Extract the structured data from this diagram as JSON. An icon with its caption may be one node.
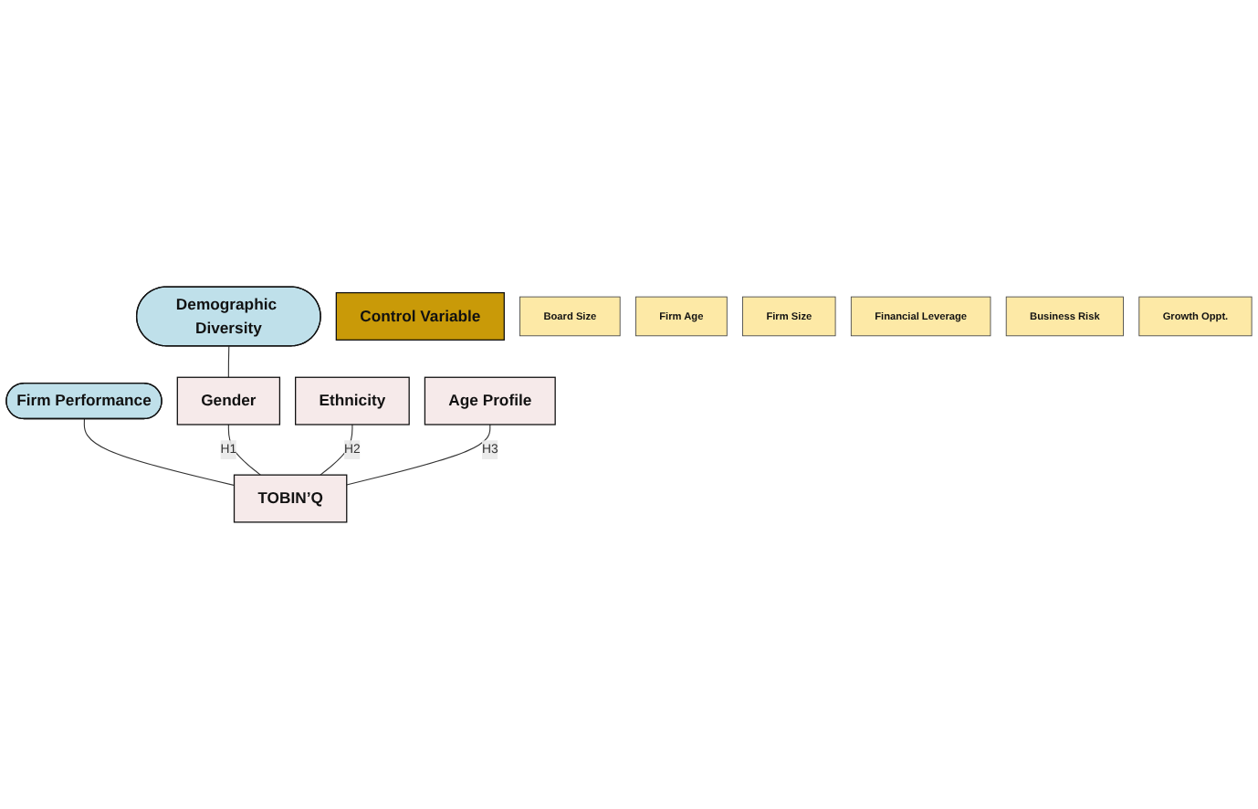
{
  "diagram": {
    "nodes": [
      {
        "text": [
          "Demographic Diversity"
        ]
      },
      {
        "text": [
          "Firm Performance"
        ]
      },
      {
        "text": [
          "Gender"
        ]
      },
      {
        "text": [
          "Ethnicity"
        ]
      },
      {
        "text": [
          "TOBIN’Q"
        ]
      },
      {
        "text": [
          "Age Profile"
        ]
      },
      {
        "text": [
          "Control Variable"
        ]
      },
      {
        "text": [
          "Board Size"
        ]
      },
      {
        "text": [
          "Firm Age"
        ]
      },
      {
        "text": [
          "Firm Size"
        ]
      },
      {
        "text": [
          "Financial Leverage"
        ]
      },
      {
        "text": [
          "Business Risk"
        ]
      },
      {
        "text": [
          "Growth Oppt."
        ]
      }
    ],
    "edges": [
      {
        "from": 0,
        "to": 2,
        "arrow": "none"
      },
      {
        "from": 1,
        "to": 4,
        "arrow": "none"
      },
      {
        "from": 2,
        "to": 4,
        "arrow": "none",
        "label": "H1"
      },
      {
        "from": 3,
        "to": 4,
        "arrow": "none",
        "label": "H2"
      },
      {
        "from": 5,
        "to": 4,
        "arrow": "none",
        "label": "H3"
      }
    ]
  }
}
